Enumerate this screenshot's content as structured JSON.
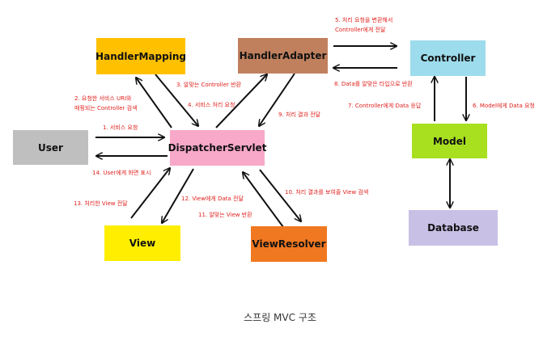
{
  "nodes": {
    "handler_mapping": {
      "label": "HandlerMapping",
      "color": "#ffc000"
    },
    "handler_adapter": {
      "label": "HandlerAdapter",
      "color": "#c0805e"
    },
    "controller": {
      "label": "Controller",
      "color": "#9ddcec"
    },
    "user": {
      "label": "User",
      "color": "#bfbfbf"
    },
    "dispatcher_servlet": {
      "label": "DispatcherServlet",
      "color": "#f8a8c8"
    },
    "model": {
      "label": "Model",
      "color": "#a8e020"
    },
    "database": {
      "label": "Database",
      "color": "#c9c0e6"
    },
    "view": {
      "label": "View",
      "color": "#ffee00"
    },
    "view_resolver": {
      "label": "ViewResolver",
      "color": "#f07820"
    }
  },
  "steps": {
    "s1": "1. 서비스 요청",
    "s2a": "2. 요청한 서비스 URI와",
    "s2b": "매핑되는 Controller 검색",
    "s3": "3. 알맞는 Controller 반환",
    "s4": "4. 서비스 처리 요청",
    "s5a": "5. 처리 요청을 변환해서",
    "s5b": "Controller에게 전달",
    "s6": "6. Model에게 Data 요청",
    "s7": "7. Controller에게 Data 응답",
    "s8": "8. Data를 알맞은 타입으로 반환",
    "s9": "9. 처리 결과 전달",
    "s10": "10. 처리 결과를 보여줄 View 검색",
    "s11": "11. 알맞는 View 반환",
    "s12": "12. View에게 Data 전달",
    "s13": "13. 처리한 View 전달",
    "s14": "14. User에게 화면 표시"
  },
  "caption": "스프링 MVC 구조",
  "colors": {
    "arrow": "#111111",
    "step_label": "#e0201c"
  }
}
